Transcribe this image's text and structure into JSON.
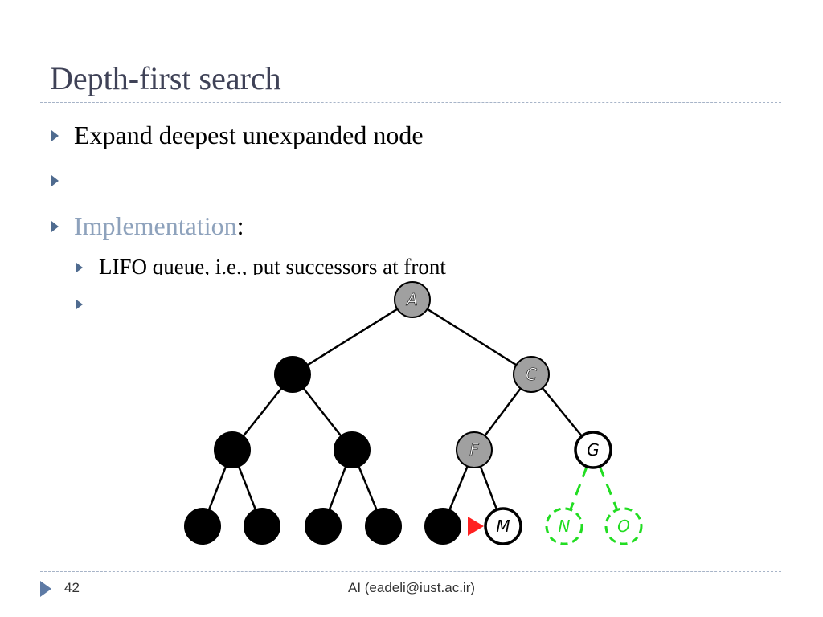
{
  "slide": {
    "title": "Depth-first search",
    "bullets": [
      {
        "text": "Expand deepest unexpanded node"
      },
      {
        "text": ""
      },
      {
        "highlight": "Implementation",
        "rest": ":"
      }
    ],
    "sub_bullets": [
      {
        "text": "LIFO queue, i.e., put successors at front"
      },
      {
        "text": ""
      }
    ],
    "footer": {
      "page_number": "42",
      "text": "AI (eadeli@iust.ac.ir)"
    },
    "colors": {
      "title": "#3f4257",
      "bullet": "#4f6b8f",
      "highlight": "#8ea2bc",
      "expanded_node": "#000000",
      "frontier_node": "#a0a0a0",
      "fringe_node": "#22dd22",
      "pointer": "#ff2020"
    }
  },
  "tree": {
    "nodes": [
      {
        "id": "A",
        "label": "A",
        "state": "gray"
      },
      {
        "id": "B",
        "label": "",
        "state": "black"
      },
      {
        "id": "C",
        "label": "C",
        "state": "gray"
      },
      {
        "id": "D",
        "label": "",
        "state": "black"
      },
      {
        "id": "E",
        "label": "",
        "state": "black"
      },
      {
        "id": "F",
        "label": "F",
        "state": "gray"
      },
      {
        "id": "G",
        "label": "G",
        "state": "white"
      },
      {
        "id": "H",
        "label": "",
        "state": "black"
      },
      {
        "id": "I",
        "label": "",
        "state": "black"
      },
      {
        "id": "J",
        "label": "",
        "state": "black"
      },
      {
        "id": "K",
        "label": "",
        "state": "black"
      },
      {
        "id": "L",
        "label": "",
        "state": "black"
      },
      {
        "id": "M",
        "label": "M",
        "state": "white"
      },
      {
        "id": "N",
        "label": "N",
        "state": "green"
      },
      {
        "id": "O",
        "label": "O",
        "state": "green"
      }
    ],
    "edges": [
      {
        "from": "A",
        "to": "B",
        "style": "solid"
      },
      {
        "from": "A",
        "to": "C",
        "style": "solid"
      },
      {
        "from": "B",
        "to": "D",
        "style": "solid"
      },
      {
        "from": "B",
        "to": "E",
        "style": "solid"
      },
      {
        "from": "C",
        "to": "F",
        "style": "solid"
      },
      {
        "from": "C",
        "to": "G",
        "style": "solid"
      },
      {
        "from": "D",
        "to": "H",
        "style": "solid"
      },
      {
        "from": "D",
        "to": "I",
        "style": "solid"
      },
      {
        "from": "E",
        "to": "J",
        "style": "solid"
      },
      {
        "from": "E",
        "to": "K",
        "style": "solid"
      },
      {
        "from": "F",
        "to": "L",
        "style": "solid"
      },
      {
        "from": "F",
        "to": "M",
        "style": "solid"
      },
      {
        "from": "G",
        "to": "N",
        "style": "dashed"
      },
      {
        "from": "G",
        "to": "O",
        "style": "dashed"
      }
    ],
    "pointer_at": "M"
  }
}
